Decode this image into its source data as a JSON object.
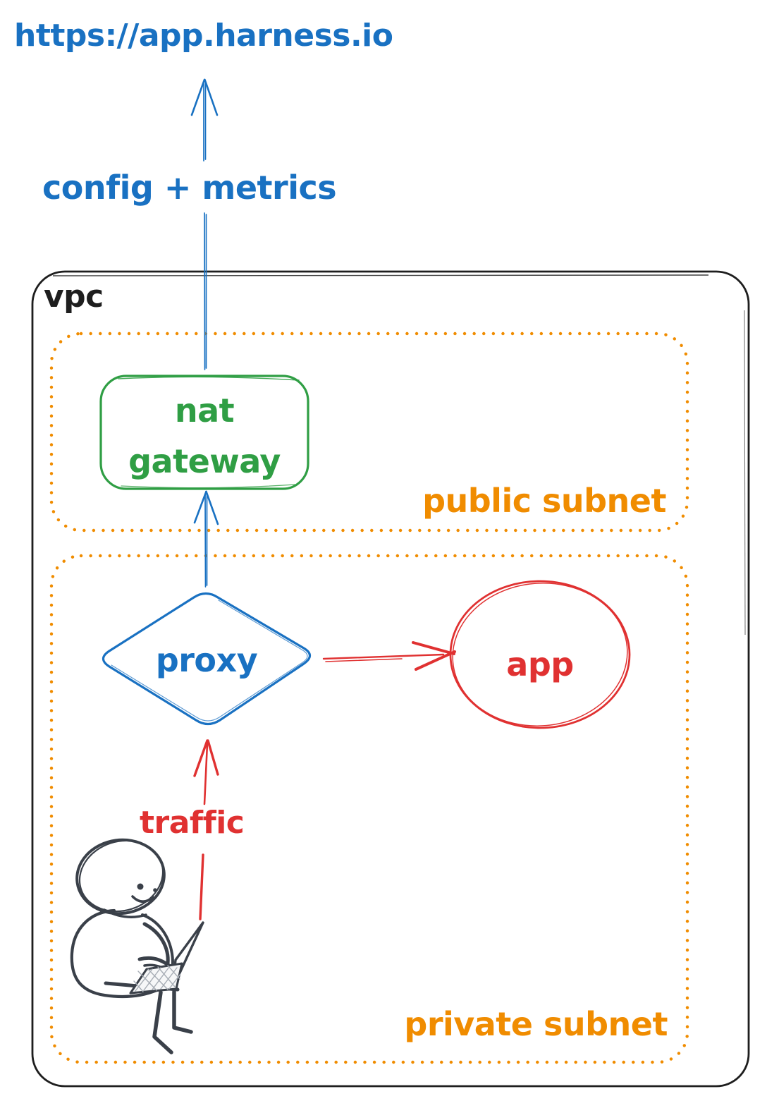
{
  "diagram": {
    "url_label": "https://app.harness.io",
    "flow_label": "config + metrics",
    "vpc_label": "vpc",
    "public_subnet_label": "public subnet",
    "private_subnet_label": "private subnet",
    "nat_gateway": {
      "line1": "nat",
      "line2": "gateway"
    },
    "proxy_label": "proxy",
    "app_label": "app",
    "traffic_label": "traffic",
    "colors": {
      "blue": "#1971c2",
      "green": "#2f9e44",
      "orange": "#f08c00",
      "red": "#e03131",
      "ink": "#1e1e1e",
      "figure": "#3a4049"
    },
    "edges": [
      {
        "from": "user",
        "to": "proxy",
        "label": "traffic"
      },
      {
        "from": "proxy",
        "to": "app",
        "label": ""
      },
      {
        "from": "proxy",
        "to": "nat gateway",
        "label": ""
      },
      {
        "from": "nat gateway",
        "to": "https://app.harness.io",
        "label": "config + metrics"
      }
    ]
  }
}
